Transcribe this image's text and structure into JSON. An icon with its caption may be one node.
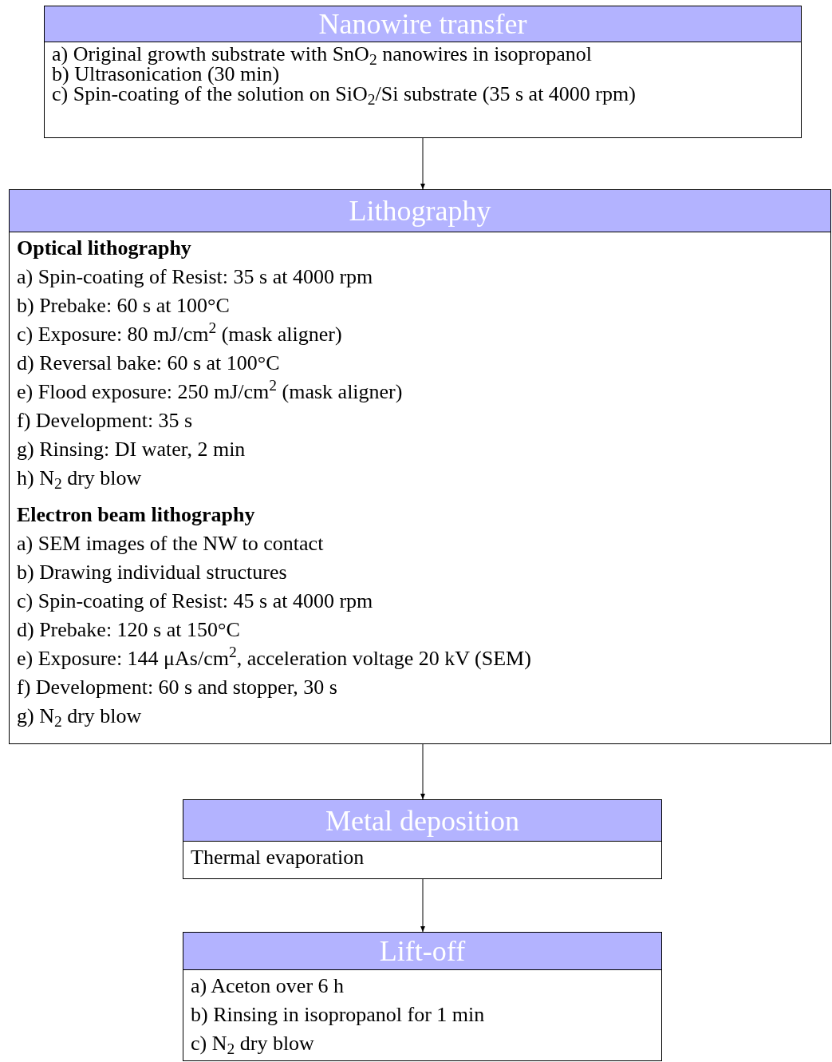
{
  "diagram": {
    "nodes": [
      {
        "text": [
          "Nanowire transfer",
          "a) Original growth substrate with SnO$_{2}$ nanowires in isopropanol",
          "b) Ultrasonication (30 min)",
          "c) Spin-coating of the solution on SiO$_{2}$/Si substrate (35 s at 4000 rpm)"
        ]
      },
      {
        "text": [
          "Lithography",
          "Optical lithography",
          "a) Spin-coating of Resist: 35 s at 4000 rpm",
          "b) Prebake: 60 s at 100°C",
          "c) Exposure: 80 mJ/cm$^{2}$ (mask aligner)",
          "d) Reversal bake: 60 s at 100°C",
          "e) Flood exposure: 250 mJ/cm$^{2}$ (mask aligner)",
          "f) Development: 35 s",
          "g) Rinsing: DI water, 2 min",
          "h) N$_{2}$ dry blow",
          "Electron beam lithography",
          "a) SEM images of the NW to contact",
          "b) Drawing individual structures",
          "c) Spin-coating of Resist: 45 s at 4000 rpm",
          "d) Prebake: 120 s at 150°C",
          "e) Exposure: 144 μAs/cm$^{2}$, acceleration voltage 20 kV (SEM)",
          "f) Development: 60 s and stopper, 30 s",
          "g) N$_{2}$ dry blow"
        ]
      },
      {
        "text": [
          "Metal deposition",
          "Thermal evaporation"
        ]
      },
      {
        "text": [
          "Lift-off",
          "a) Aceton over 6 h",
          "b) Rinsing in isopropanol for 1 min",
          "c) N$_{2}$ dry blow"
        ]
      }
    ],
    "edges": [
      {
        "from": 0,
        "to": 1,
        "arrow": "to"
      },
      {
        "from": 1,
        "to": 2,
        "arrow": "to"
      },
      {
        "from": 2,
        "to": 3,
        "arrow": "to"
      }
    ]
  }
}
